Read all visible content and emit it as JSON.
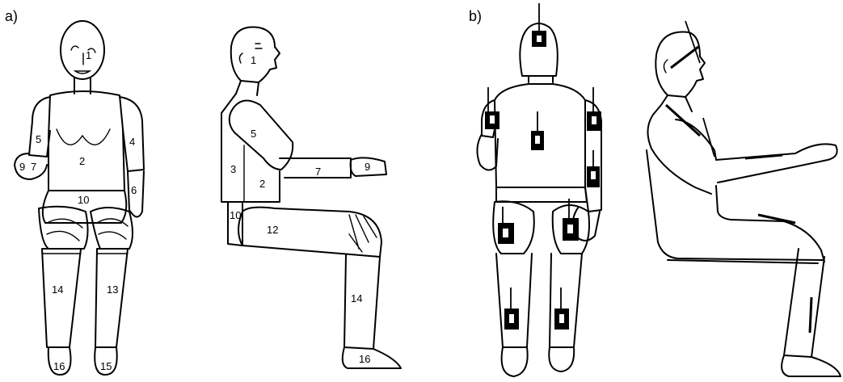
{
  "panels": [
    {
      "id": "a",
      "label": "a)",
      "front_labels": [
        "1",
        "2",
        "4",
        "5",
        "6",
        "7",
        "9",
        "10",
        "13",
        "14",
        "15",
        "16"
      ],
      "side_labels": [
        "1",
        "2",
        "3",
        "5",
        "7",
        "9",
        "10",
        "12",
        "14",
        "16"
      ]
    },
    {
      "id": "b",
      "label": "b)"
    }
  ],
  "colors": {
    "stroke": "#000000",
    "background": "#ffffff",
    "sensor": "#000000"
  }
}
